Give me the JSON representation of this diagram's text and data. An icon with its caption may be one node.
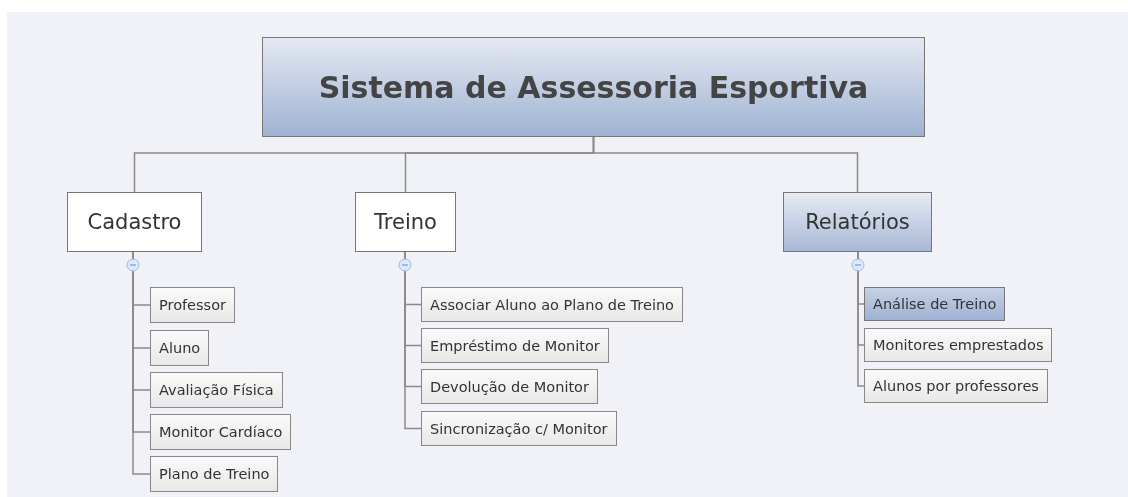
{
  "diagram": {
    "nodes": [
      {
        "text": [
          "Sistema de Assessoria Esportiva"
        ]
      },
      {
        "text": [
          "Cadastro"
        ]
      },
      {
        "text": [
          "Treino"
        ]
      },
      {
        "text": [
          "Relatórios"
        ]
      },
      {
        "text": [
          "Professor"
        ]
      },
      {
        "text": [
          "Aluno"
        ]
      },
      {
        "text": [
          "Avaliação Física"
        ]
      },
      {
        "text": [
          "Monitor Cardíaco"
        ]
      },
      {
        "text": [
          "Plano de Treino"
        ]
      },
      {
        "text": [
          "Associar Aluno ao Plano de Treino"
        ]
      },
      {
        "text": [
          "Empréstimo de Monitor"
        ]
      },
      {
        "text": [
          "Devolução de Monitor"
        ]
      },
      {
        "text": [
          "Sincronização c/ Monitor"
        ]
      },
      {
        "text": [
          "Análise de Treino"
        ]
      },
      {
        "text": [
          "Monitores emprestados"
        ]
      },
      {
        "text": [
          "Alunos por professores"
        ]
      }
    ],
    "edges": [
      {
        "from": 0,
        "to": 1,
        "arrow": "none"
      },
      {
        "from": 0,
        "to": 2,
        "arrow": "none"
      },
      {
        "from": 0,
        "to": 3,
        "arrow": "none"
      },
      {
        "from": 1,
        "to": 4,
        "arrow": "none"
      },
      {
        "from": 1,
        "to": 5,
        "arrow": "none"
      },
      {
        "from": 1,
        "to": 6,
        "arrow": "none"
      },
      {
        "from": 1,
        "to": 7,
        "arrow": "none"
      },
      {
        "from": 1,
        "to": 8,
        "arrow": "none"
      },
      {
        "from": 2,
        "to": 9,
        "arrow": "none"
      },
      {
        "from": 2,
        "to": 10,
        "arrow": "none"
      },
      {
        "from": 2,
        "to": 11,
        "arrow": "none"
      },
      {
        "from": 2,
        "to": 12,
        "arrow": "none"
      },
      {
        "from": 3,
        "to": 13,
        "arrow": "none"
      },
      {
        "from": 3,
        "to": 14,
        "arrow": "none"
      },
      {
        "from": 3,
        "to": 15,
        "arrow": "none"
      }
    ]
  }
}
